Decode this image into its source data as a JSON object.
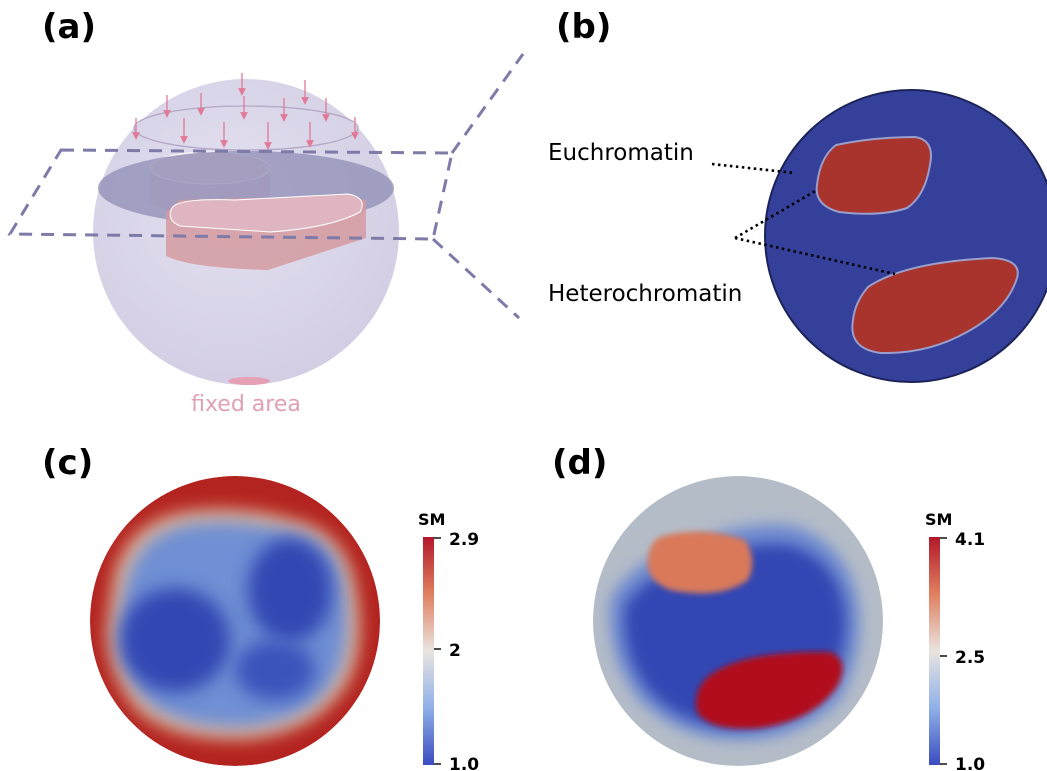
{
  "panels": {
    "a": {
      "label": "(a)",
      "annotation": "fixed area"
    },
    "b": {
      "label": "(b)",
      "euchromatin_label": "Euchromatin",
      "heterochromatin_label": "Heterochromatin"
    },
    "c": {
      "label": "(c)",
      "colorbar": {
        "title": "SM",
        "max": "2.9",
        "mid": "2",
        "min": "1.0"
      }
    },
    "d": {
      "label": "(d)",
      "colorbar": {
        "title": "SM",
        "max": "4.1",
        "mid": "2.5",
        "min": "1.0"
      }
    }
  },
  "colors": {
    "nucleus_blue": "#35409a",
    "chromatin_red": "#a9332d",
    "sphere_lavender": "#d9d5e6",
    "arrow_pink": "#e07a98",
    "fixed_area_pink": "#e6a0b4",
    "dashed_plane": "#7e7ba8",
    "map_red": "#b2182b",
    "map_blue": "#3b4cc0"
  }
}
